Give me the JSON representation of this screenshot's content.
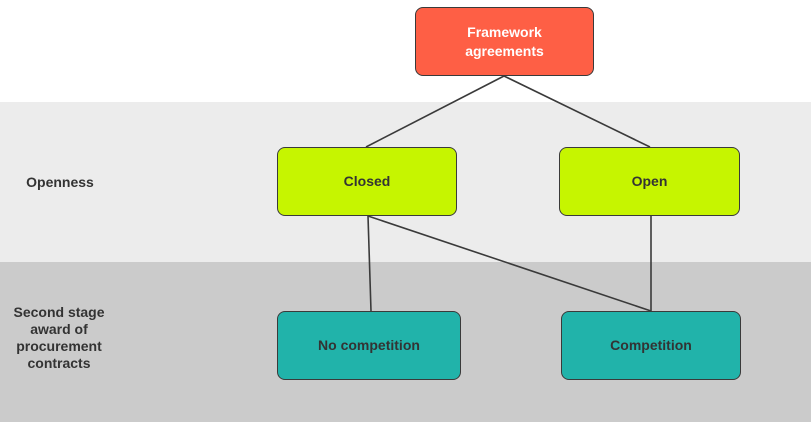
{
  "colors": {
    "band_openness": "#ececec",
    "band_second_stage": "#cbcbcb",
    "root_fill": "#fe5f45",
    "level1_fill": "#c6f500",
    "level2_fill": "#21b3aa",
    "connector": "#3a3a3a"
  },
  "rows": {
    "openness": {
      "label": "Openness"
    },
    "second_stage": {
      "label_lines": [
        "Second stage",
        "award of",
        "procurement",
        "contracts"
      ]
    }
  },
  "nodes": {
    "framework": {
      "lines": [
        "Framework",
        "agreements"
      ]
    },
    "closed": {
      "label": "Closed"
    },
    "open": {
      "label": "Open"
    },
    "no_competition": {
      "label": "No competition"
    },
    "competition": {
      "label": "Competition"
    }
  },
  "edges": [
    {
      "from": "framework",
      "to": "closed"
    },
    {
      "from": "framework",
      "to": "open"
    },
    {
      "from": "closed",
      "to": "no_competition"
    },
    {
      "from": "closed",
      "to": "competition"
    },
    {
      "from": "open",
      "to": "competition"
    }
  ]
}
